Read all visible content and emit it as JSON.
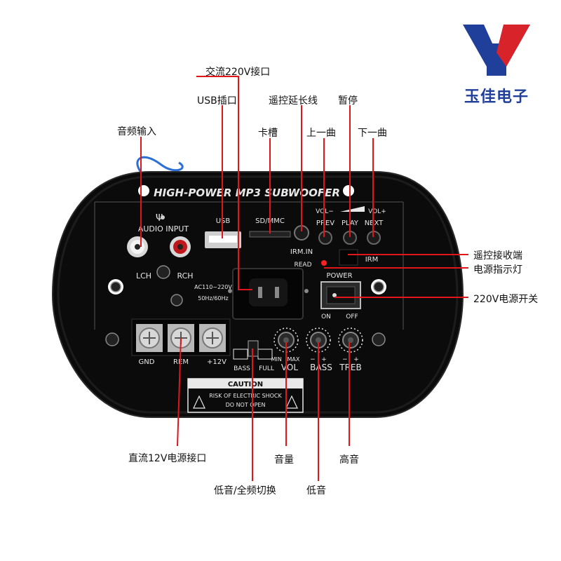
{
  "brand": {
    "name": "玉佳电子",
    "logo_letter": "Y",
    "colors": {
      "blue": "#1f3f9a",
      "red": "#d8232a"
    }
  },
  "panel": {
    "title": "HIGH-POWER MP3 SUBWOOFER",
    "antenna_glyph": "Ψ",
    "audio_input": "AUDIO INPUT",
    "lch": "LCH",
    "rch": "RCH",
    "usb": "USB",
    "sd_mmc": "SD/MMC",
    "vol_minus": "VOL−",
    "vol_plus": "VOL+",
    "prev": "PREV",
    "play": "PLAY",
    "next": "NEXT",
    "irm_in": "IRM.IN",
    "irm": "IRM",
    "read": "READ",
    "power": "POWER",
    "ac_line1": "AC110~220V",
    "ac_line2": "50Hz/60Hz",
    "on": "ON",
    "off": "OFF",
    "gnd": "GND",
    "rem": "REM",
    "plus12v": "+12V",
    "bass_small": "BASS",
    "full": "FULL",
    "min_max": "MIN   MAX",
    "vol": "VOL",
    "bass": "BASS",
    "treb": "TREB",
    "minus_plus": "−   +",
    "caution": "CAUTION",
    "caution_line1": "RISK OF ELECTRIC SHOCK",
    "caution_line2": "DO NOT OPEN",
    "colors": {
      "panel": "#0b0b0c",
      "silk": "#e8e8e8",
      "rca_red": "#c0171c",
      "led": "#ff2020"
    }
  },
  "callouts": {
    "ac220": "交流220V接口",
    "usb_port": "USB插口",
    "remote_ext": "遥控延长线",
    "pause": "暂停",
    "audio_in": "音频输入",
    "card_slot": "卡槽",
    "prev_track": "上一曲",
    "next_track": "下一曲",
    "ir_receiver": "遥控接收端",
    "power_led": "电源指示灯",
    "power_switch": "220V电源开关",
    "dc12": "直流12V电源接口",
    "volume": "音量",
    "treble": "高音",
    "bass_full": "低音/全频切换",
    "bass_knob": "低音",
    "line_color": "#e0161b"
  }
}
